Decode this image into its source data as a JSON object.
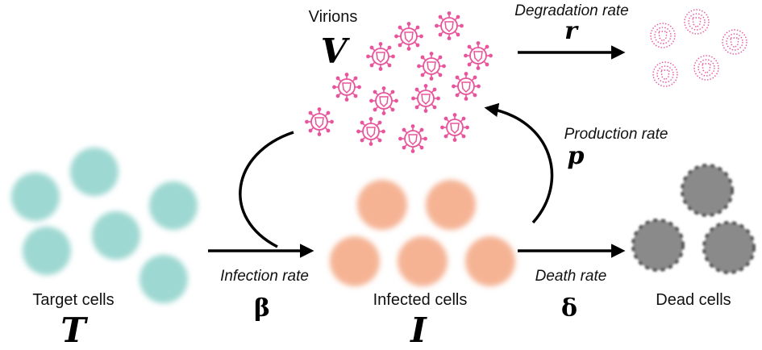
{
  "compartments": {
    "target": {
      "label": "Target cells",
      "symbol": "T"
    },
    "infected": {
      "label": "Infected cells",
      "symbol": "I"
    },
    "dead": {
      "label": "Dead cells"
    },
    "virions": {
      "label": "Virions",
      "symbol": "V"
    }
  },
  "rates": {
    "infection": {
      "label": "Infection rate",
      "symbol": "β"
    },
    "death": {
      "label": "Death rate",
      "symbol": "δ"
    },
    "production": {
      "label": "Production rate",
      "symbol": "p"
    },
    "degradation": {
      "label": "Degradation rate",
      "symbol": "r"
    }
  },
  "colors": {
    "target_cell": "#9ed8d2",
    "infected_cell": "#f5b394",
    "dead_cell": "#8a8a8a",
    "virion": "#e8559c",
    "arrow": "#000000"
  }
}
